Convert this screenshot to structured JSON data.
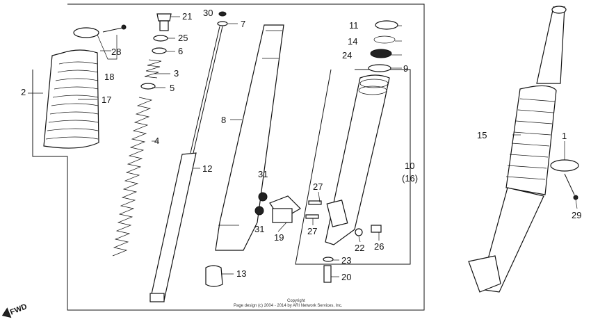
{
  "callouts": {
    "c1": "1",
    "c2": "2",
    "c3": "3",
    "c4": "4",
    "c5": "5",
    "c6": "6",
    "c7": "7",
    "c8": "8",
    "c9": "9",
    "c10": "10",
    "c10b": "(16)",
    "c11": "11",
    "c12": "12",
    "c13": "13",
    "c14": "14",
    "c15": "15",
    "c17": "17",
    "c18": "18",
    "c19": "19",
    "c20": "20",
    "c21": "21",
    "c22": "22",
    "c23": "23",
    "c24": "24",
    "c25": "25",
    "c26": "26",
    "c27a": "27",
    "c27b": "27",
    "c28": "28",
    "c29": "29",
    "c30": "30",
    "c31a": "31",
    "c31b": "31"
  },
  "copyright": {
    "line1": "Copyright",
    "line2": "Page design (c) 2004 - 2014 by ARI Network Services, Inc."
  },
  "fwd_label": "FWD"
}
